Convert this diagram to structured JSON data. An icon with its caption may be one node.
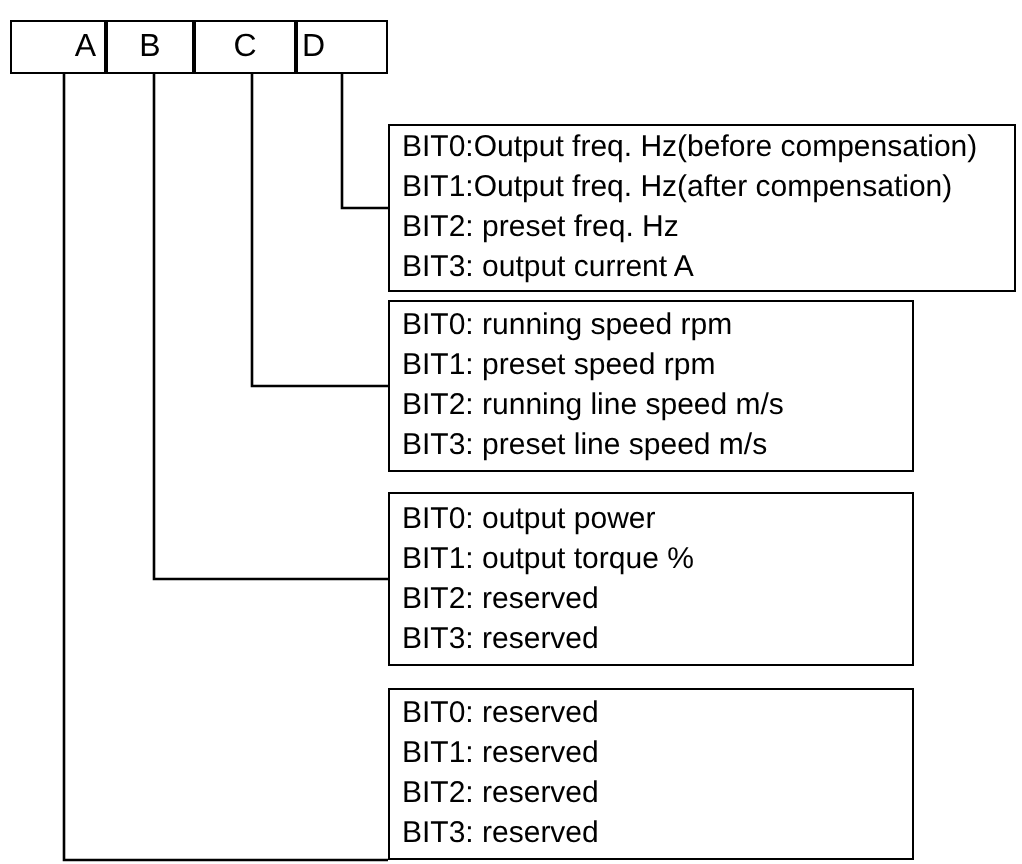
{
  "diagram": {
    "nodes": [
      {
        "text": [
          "A"
        ]
      },
      {
        "text": [
          "B"
        ]
      },
      {
        "text": [
          "C"
        ]
      },
      {
        "text": [
          "D"
        ]
      },
      {
        "text": [
          "BIT0:Output freq. Hz(before compensation)",
          "BIT1:Output freq. Hz(after compensation)",
          "BIT2: preset freq. Hz",
          "BIT3: output current A"
        ]
      },
      {
        "text": [
          "BIT0: running speed rpm",
          "BIT1: preset speed rpm",
          "BIT2: running line speed m/s",
          "BIT3: preset line speed m/s"
        ]
      },
      {
        "text": [
          "BIT0: output power",
          "BIT1: output torque %",
          "BIT2: reserved",
          "BIT3: reserved"
        ]
      },
      {
        "text": [
          "BIT0: reserved",
          "BIT1: reserved",
          "BIT2: reserved",
          "BIT3: reserved"
        ]
      }
    ],
    "edges": [
      {
        "from": 3,
        "to": 4,
        "arrow": "none"
      },
      {
        "from": 2,
        "to": 5,
        "arrow": "none"
      },
      {
        "from": 1,
        "to": 6,
        "arrow": "none"
      },
      {
        "from": 0,
        "to": 7,
        "arrow": "none"
      }
    ]
  }
}
